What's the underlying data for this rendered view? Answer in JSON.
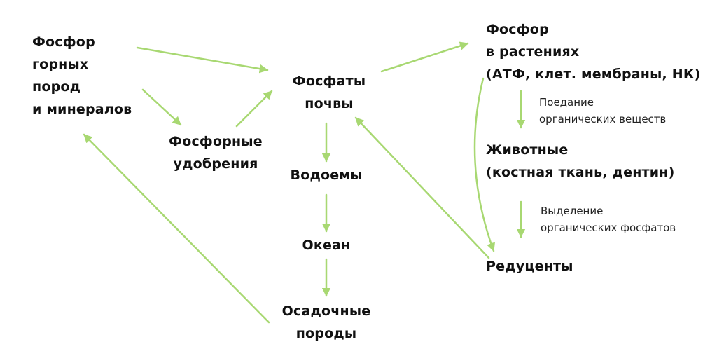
{
  "diagram": {
    "arrow_color": "#a8d872",
    "nodes": {
      "rock_phosphorus": [
        "Фосфор",
        "горных",
        "пород",
        "и минералов"
      ],
      "fertilizers": [
        "Фосфорные",
        "удобрения"
      ],
      "soil_phosphates": [
        "Фосфаты",
        "почвы"
      ],
      "reservoirs": [
        "Водоемы"
      ],
      "ocean": [
        "Океан"
      ],
      "sedimentary_rocks": [
        "Осадочные",
        "породы"
      ],
      "plant_phosphorus": [
        "Фосфор",
        "в растениях",
        "(АТФ, клет. мембраны, НК)"
      ],
      "animals": [
        "Животные",
        "(костная ткань, дентин)"
      ],
      "decomposers": [
        "Редуценты"
      ]
    },
    "edge_labels": {
      "eating": [
        "Поедание",
        "органических веществ"
      ],
      "excretion": [
        "Выделение",
        "органических фосфатов"
      ]
    }
  }
}
